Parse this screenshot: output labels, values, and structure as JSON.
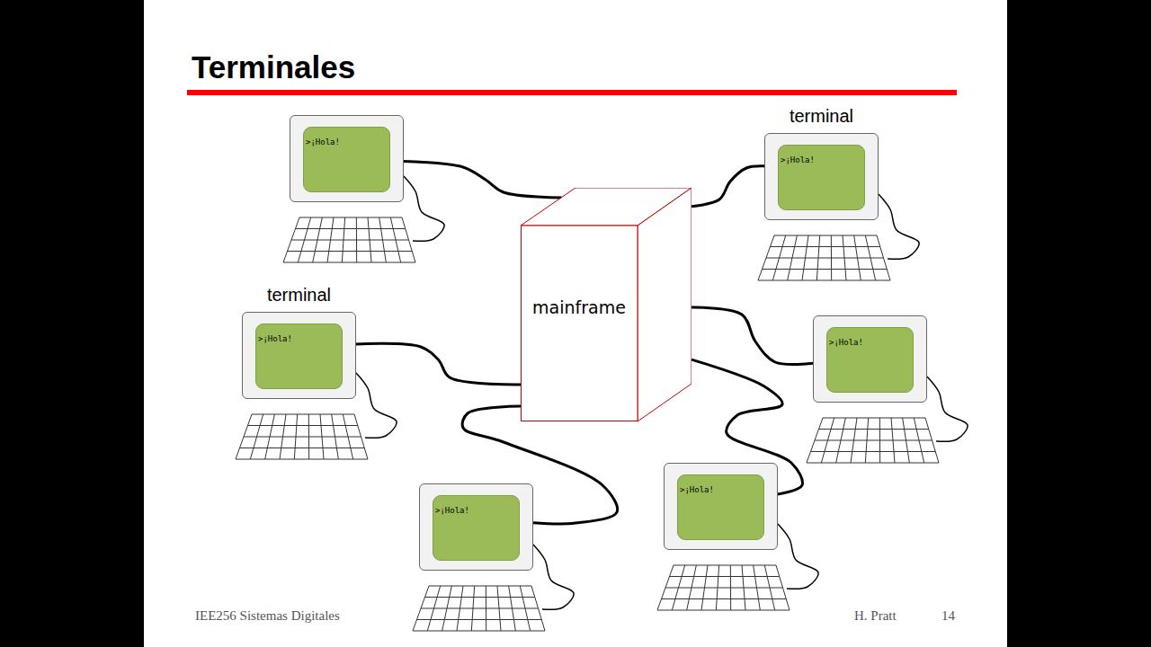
{
  "diagram": {
    "title": "Terminales",
    "nodes": [
      {
        "text": [
          ">¡Hola!"
        ]
      },
      {
        "text": [
          "terminal",
          ">¡Hola!"
        ]
      },
      {
        "text": [
          "mainframe"
        ]
      },
      {
        "text": [
          "terminal",
          ">¡Hola!"
        ]
      },
      {
        "text": [
          ">¡Hola!"
        ]
      },
      {
        "text": [
          ">¡Hola!"
        ]
      },
      {
        "text": [
          ">¡Hola!"
        ]
      }
    ],
    "edges": [
      {
        "from": 2,
        "to": 0,
        "arrow": "none"
      },
      {
        "from": 2,
        "to": 1,
        "arrow": "none"
      },
      {
        "from": 2,
        "to": 3,
        "arrow": "none"
      },
      {
        "from": 2,
        "to": 4,
        "arrow": "none"
      },
      {
        "from": 2,
        "to": 5,
        "arrow": "none"
      },
      {
        "from": 2,
        "to": 6,
        "arrow": "none"
      }
    ],
    "labels": [
      "IEE256 Sistemas Digitales",
      "H. Pratt",
      "14"
    ]
  }
}
